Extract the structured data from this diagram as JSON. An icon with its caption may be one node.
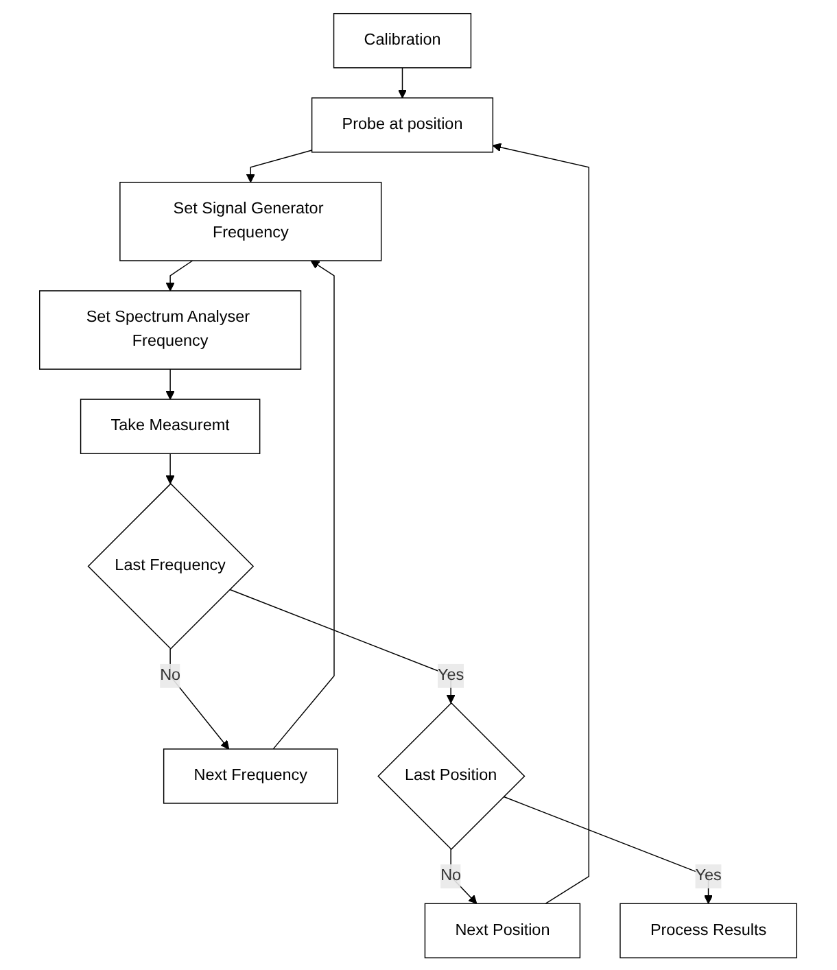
{
  "diagram": {
    "nodes": [
      {
        "text": [
          "Calibration"
        ]
      },
      {
        "text": [
          "Next Position"
        ]
      },
      {
        "text": [
          "Probe at position"
        ]
      },
      {
        "text": [
          "Next Frequency"
        ]
      },
      {
        "text": [
          "Set Signal Generator Frequency"
        ]
      },
      {
        "text": [
          "Set Spectrum Analyser Frequency"
        ]
      },
      {
        "text": [
          "Take Measuremt"
        ]
      },
      {
        "text": [
          "Last Frequency"
        ]
      },
      {
        "text": [
          "Last Position"
        ]
      },
      {
        "text": [
          "Process Results"
        ]
      }
    ],
    "edges": [
      {
        "from": 0,
        "to": 2,
        "arrow": "to"
      },
      {
        "from": 1,
        "to": 2,
        "arrow": "to"
      },
      {
        "from": 2,
        "to": 4,
        "arrow": "to"
      },
      {
        "from": 3,
        "to": 4,
        "arrow": "to"
      },
      {
        "from": 4,
        "to": 5,
        "arrow": "to"
      },
      {
        "from": 5,
        "to": 6,
        "arrow": "to"
      },
      {
        "from": 6,
        "to": 7,
        "arrow": "to"
      },
      {
        "from": 7,
        "to": 3,
        "arrow": "to",
        "label": "No"
      },
      {
        "from": 7,
        "to": 8,
        "arrow": "to",
        "label": "Yes"
      },
      {
        "from": 8,
        "to": 1,
        "arrow": "to",
        "label": "No"
      },
      {
        "from": 8,
        "to": 9,
        "arrow": "to",
        "label": "Yes"
      }
    ]
  }
}
